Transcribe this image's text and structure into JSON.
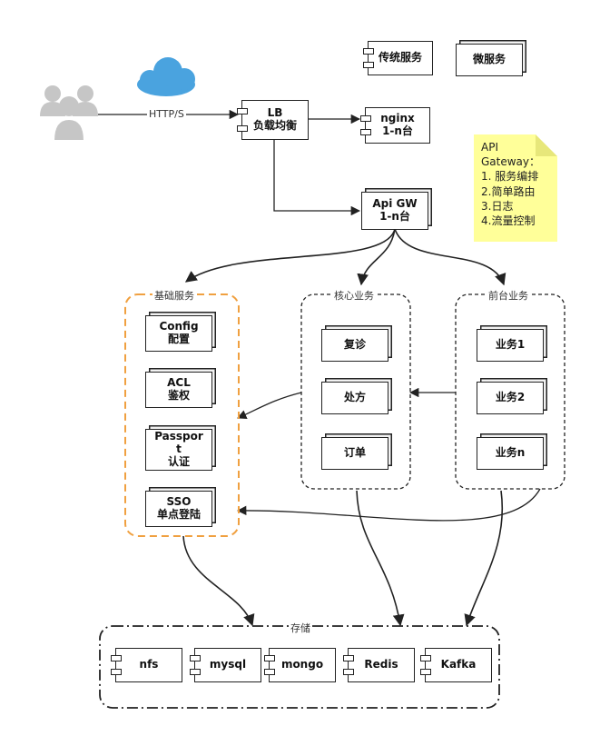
{
  "legend": {
    "traditional_service": "传统服务",
    "micro_service": "微服务"
  },
  "edge_protocol": "HTTP/S",
  "lb": {
    "line1": "LB",
    "line2": "负载均衡"
  },
  "nginx": {
    "line1": "nginx",
    "line2": "1-n台"
  },
  "api_gw": {
    "line1": "Api GW",
    "line2": "1-n台"
  },
  "note": {
    "lines": [
      "API",
      "Gateway：",
      "1. 服务编排",
      "2.简单路由",
      "3.日志",
      "4.流量控制"
    ]
  },
  "groups": {
    "basic": {
      "title": "基础服务",
      "items": [
        {
          "line1": "Config",
          "line2": "配置"
        },
        {
          "line1": "ACL",
          "line2": "鉴权"
        },
        {
          "line1": "Passpor",
          "line2": "t",
          "line3": "认证"
        },
        {
          "line1": "SSO",
          "line2": "单点登陆"
        }
      ]
    },
    "core": {
      "title": "核心业务",
      "items": [
        "复诊",
        "处方",
        "订单"
      ]
    },
    "frontend": {
      "title": "前台业务",
      "items": [
        "业务1",
        "业务2",
        "业务n"
      ]
    }
  },
  "storage": {
    "title": "存储",
    "items": [
      "nfs",
      "mysql",
      "mongo",
      "Redis",
      "Kafka"
    ]
  },
  "colors": {
    "basic_border": "#f0a040",
    "note_bg": "#ffff99",
    "cloud": "#4aa3df",
    "users": "#c6c6c6"
  }
}
